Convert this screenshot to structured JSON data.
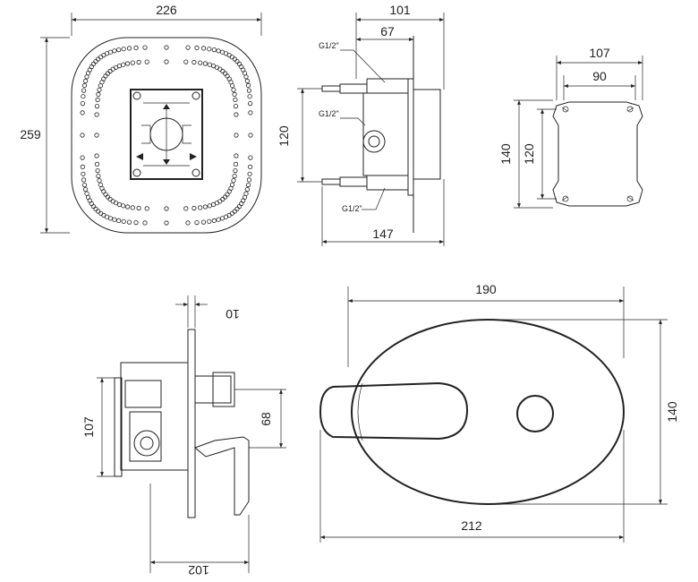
{
  "top_left": {
    "width": "226",
    "height": "259"
  },
  "top_middle": {
    "depth_total": "101",
    "depth_inner": "67",
    "port_spacing": "120",
    "depth_bottom": "147",
    "thread_top": "G1/2\"",
    "thread_mid": "G1/2\"",
    "thread_bottom": "G1/2\""
  },
  "top_right": {
    "outer_width": "107",
    "inner_width": "90",
    "outer_height": "140",
    "inner_height": "120"
  },
  "bottom_left": {
    "plate_offset": "10",
    "body_height": "107",
    "outlet_offset": "68",
    "depth": "102"
  },
  "bottom_right": {
    "upper_width": "190",
    "height": "140",
    "lower_width": "212"
  }
}
